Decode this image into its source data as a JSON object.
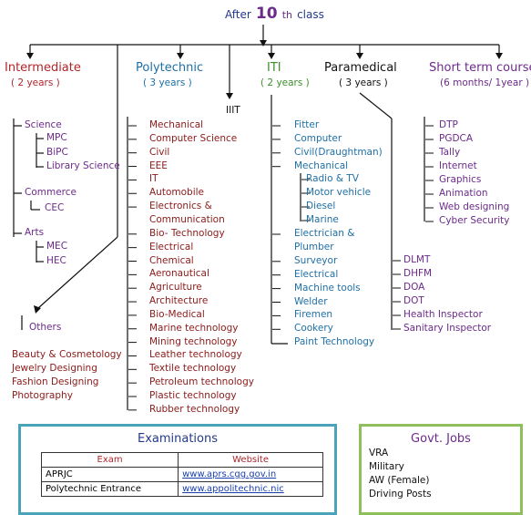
{
  "title": {
    "prefix": "After",
    "num": "10",
    "suffix": "th",
    "tail": "class"
  },
  "intermediate": {
    "head": "Intermediate",
    "dur": "( 2 years )",
    "science": "Science",
    "science_items": [
      "MPC",
      "BiPC",
      "Library Science"
    ],
    "commerce": "Commerce",
    "commerce_items": [
      "CEC"
    ],
    "arts": "Arts",
    "arts_items": [
      "MEC",
      "HEC"
    ]
  },
  "others": {
    "head": "Others",
    "items": [
      "Beauty & Cosmetology",
      "Jewelry Designing",
      "Fashion Designing",
      "Photography"
    ]
  },
  "polytechnic": {
    "head": "Polytechnic",
    "dur": "( 3 years )",
    "items": [
      "Mechanical",
      "Computer Science",
      "Civil",
      "EEE",
      "IT",
      "Automobile",
      "Electronics &",
      "Communication",
      "Bio- Technology",
      "Electrical",
      "Chemical",
      "Aeronautical",
      "Agriculture",
      "Architecture",
      "Bio-Medical",
      "Marine technology",
      "Mining technology",
      "Leather technology",
      "Textile technology",
      "Petroleum technology",
      "Plastic technology",
      "Rubber technology"
    ]
  },
  "iiit": {
    "head": "IIIT"
  },
  "iti": {
    "head": "ITI",
    "dur": "( 2 years )",
    "items_a": [
      "Fitter",
      "Computer",
      "Civil(Draughtman)",
      "Mechanical"
    ],
    "mech_items": [
      "Radio & TV",
      "Motor vehicle",
      "Diesel",
      "Marine"
    ],
    "items_b": [
      "Electrician &",
      "Plumber",
      "Surveyor",
      "Electrical",
      "Machine tools",
      "Welder",
      "Firemen",
      "Cookery",
      "Paint Technology"
    ]
  },
  "paramedical": {
    "head": "Paramedical",
    "dur": "( 3 years )",
    "items": [
      "DLMT",
      "DHFM",
      "DOA",
      "DOT",
      "Health Inspector",
      "Sanitary Inspector"
    ]
  },
  "short_term": {
    "head": "Short term courses",
    "dur": "(6 months/ 1year )",
    "items": [
      "DTP",
      "PGDCA",
      "Tally",
      "Internet",
      "Graphics",
      "Animation",
      "Web designing",
      "Cyber Security"
    ]
  },
  "examinations": {
    "head": "Examinations",
    "col_exam": "Exam",
    "col_site": "Website",
    "rows": [
      {
        "exam": "APRJC",
        "site": "www.aprs.cgg.gov.in"
      },
      {
        "exam": "Polytechnic Entrance",
        "site": "www.appolitechnic.nic"
      }
    ]
  },
  "govt_jobs": {
    "head": "Govt. Jobs",
    "items": [
      "VRA",
      "Military",
      "AW (Female)",
      "Driving Posts"
    ]
  },
  "colors": {
    "intermediate": "#b0252a",
    "polytechnic": "#1f6fa6",
    "iti": "#3e8e2b",
    "short_term": "#6b2b8a",
    "exam_border": "#4aa3b8",
    "jobs_border": "#8fbf5a"
  }
}
